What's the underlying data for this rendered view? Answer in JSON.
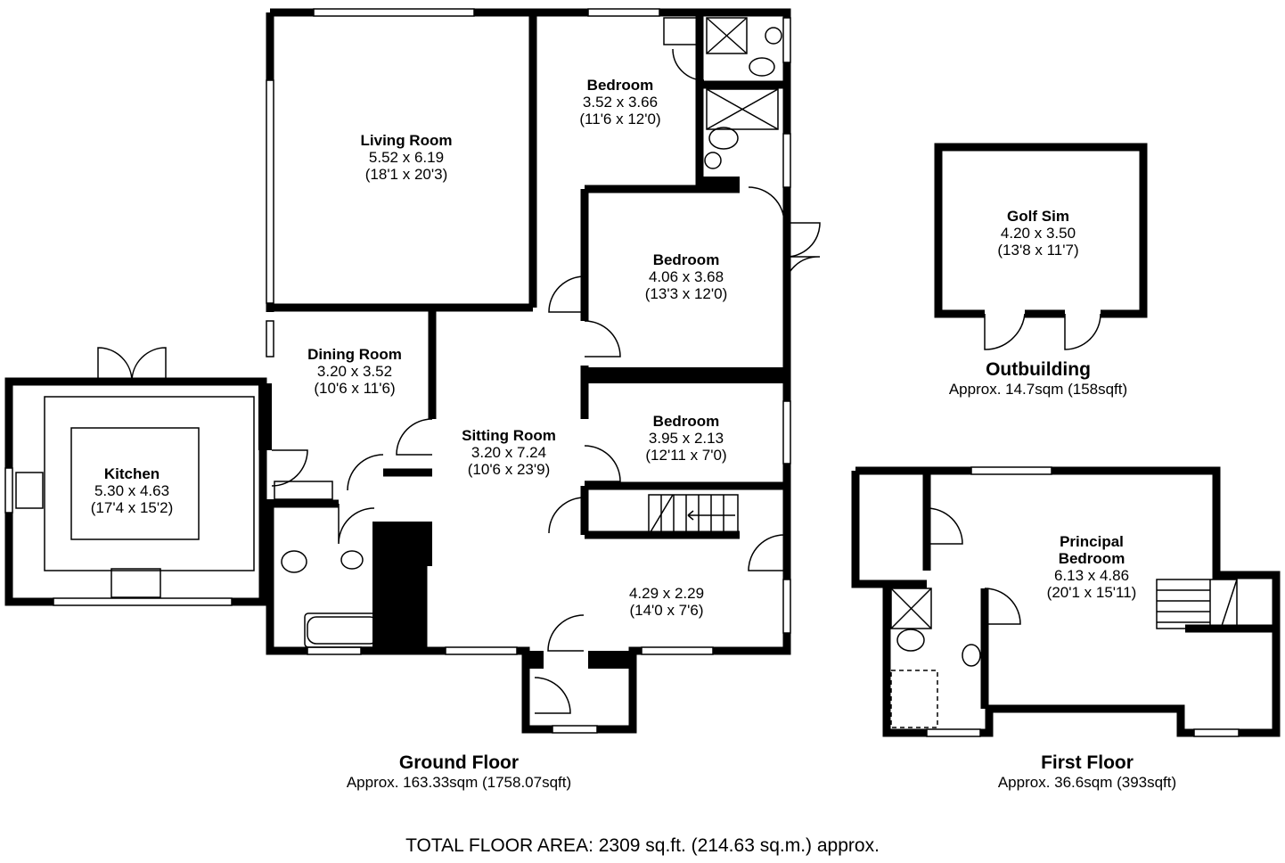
{
  "rooms": {
    "living_room": {
      "name": "Living Room",
      "metric": "5.52 x 6.19",
      "imperial": "(18'1 x 20'3)"
    },
    "bedroom_top": {
      "name": "Bedroom",
      "metric": "3.52 x 3.66",
      "imperial": "(11'6 x 12'0)"
    },
    "bedroom_mid": {
      "name": "Bedroom",
      "metric": "4.06 x 3.68",
      "imperial": "(13'3 x 12'0)"
    },
    "dining_room": {
      "name": "Dining Room",
      "metric": "3.20 x 3.52",
      "imperial": "(10'6 x 11'6)"
    },
    "kitchen": {
      "name": "Kitchen",
      "metric": "5.30 x 4.63",
      "imperial": "(17'4 x 15'2)"
    },
    "sitting_room": {
      "name": "Sitting Room",
      "metric": "3.20 x 7.24",
      "imperial": "(10'6 x 23'9)"
    },
    "bedroom_small": {
      "name": "Bedroom",
      "metric": "3.95 x 2.13",
      "imperial": "(12'11 x 7'0)"
    },
    "hallway": {
      "metric": "4.29 x 2.29",
      "imperial": "(14'0 x 7'6)"
    },
    "golf_sim": {
      "name": "Golf Sim",
      "metric": "4.20 x 3.50",
      "imperial": "(13'8 x 11'7)"
    },
    "principal_bedroom": {
      "name_line1": "Principal",
      "name_line2": "Bedroom",
      "metric": "6.13 x 4.86",
      "imperial": "(20'1 x 15'11)"
    }
  },
  "floors": {
    "ground": {
      "title": "Ground Floor",
      "area": "Approx. 163.33sqm (1758.07sqft)"
    },
    "first": {
      "title": "First Floor",
      "area": "Approx. 36.6sqm (393sqft)"
    },
    "outbuilding": {
      "title": "Outbuilding",
      "area": "Approx. 14.7sqm (158sqft)"
    }
  },
  "total_area": "TOTAL FLOOR AREA: 2309 sq.ft. (214.63 sq.m.) approx."
}
